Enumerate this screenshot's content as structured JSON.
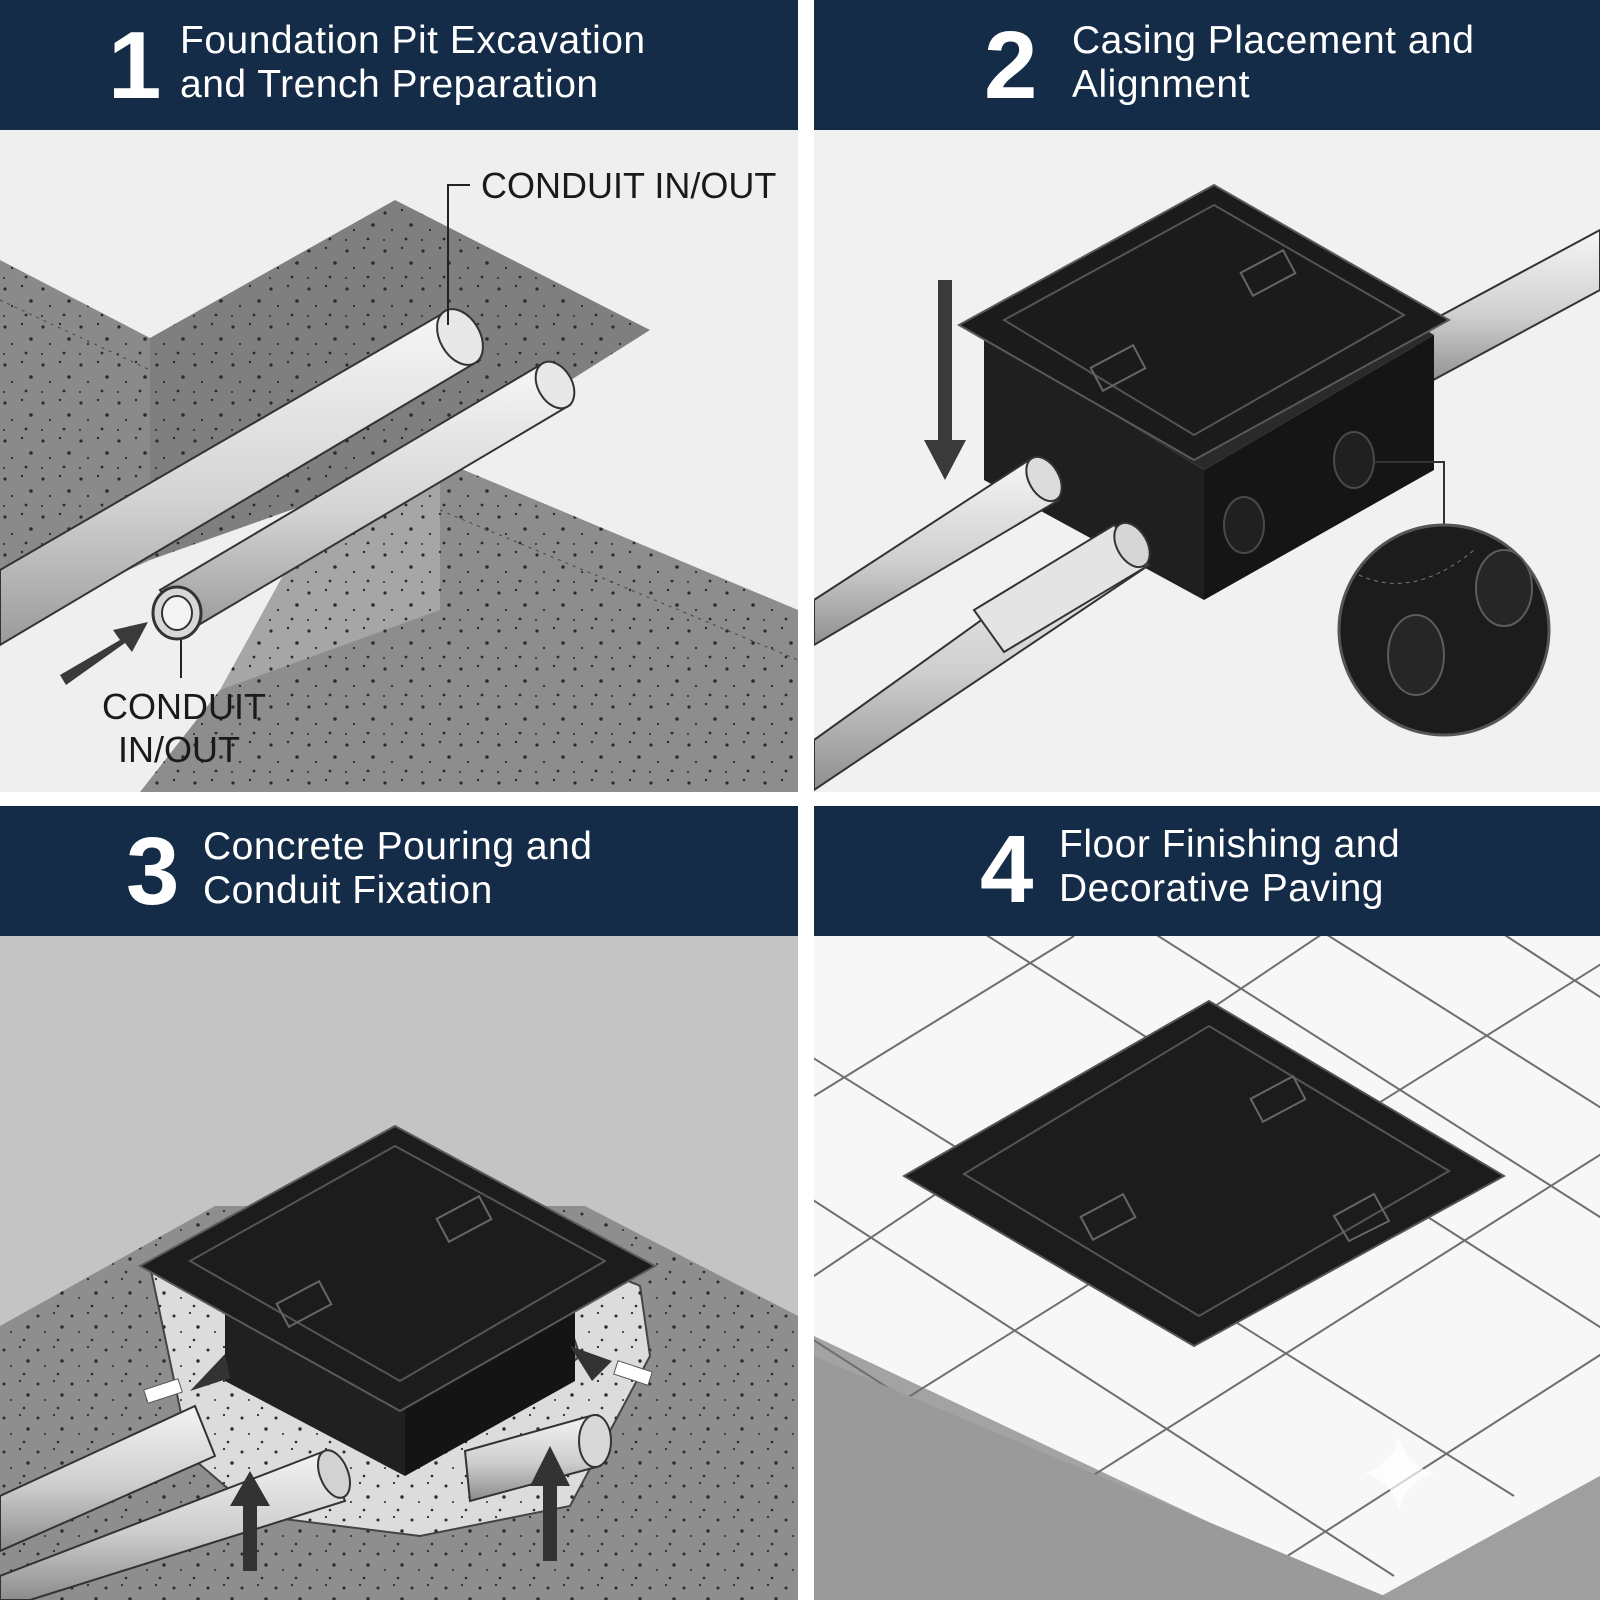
{
  "panels": [
    {
      "number": "1",
      "title_line1": "Foundation Pit Excavation",
      "title_line2": "and Trench Preparation"
    },
    {
      "number": "2",
      "title_line1": "Casing Placement and",
      "title_line2": "Alignment"
    },
    {
      "number": "3",
      "title_line1": "Concrete Pouring and",
      "title_line2": "Conduit Fixation"
    },
    {
      "number": "4",
      "title_line1": "Floor Finishing and",
      "title_line2": "Decorative Paving"
    }
  ],
  "labels": {
    "conduit_top": "CONDUIT IN/OUT",
    "conduit_bottom_line1": "CONDUIT",
    "conduit_bottom_line2": "IN/OUT"
  },
  "colors": {
    "header_bg": "#142c47",
    "header_text": "#ffffff",
    "casing": "#1c1c1c",
    "concrete": "#8d8d8d"
  }
}
